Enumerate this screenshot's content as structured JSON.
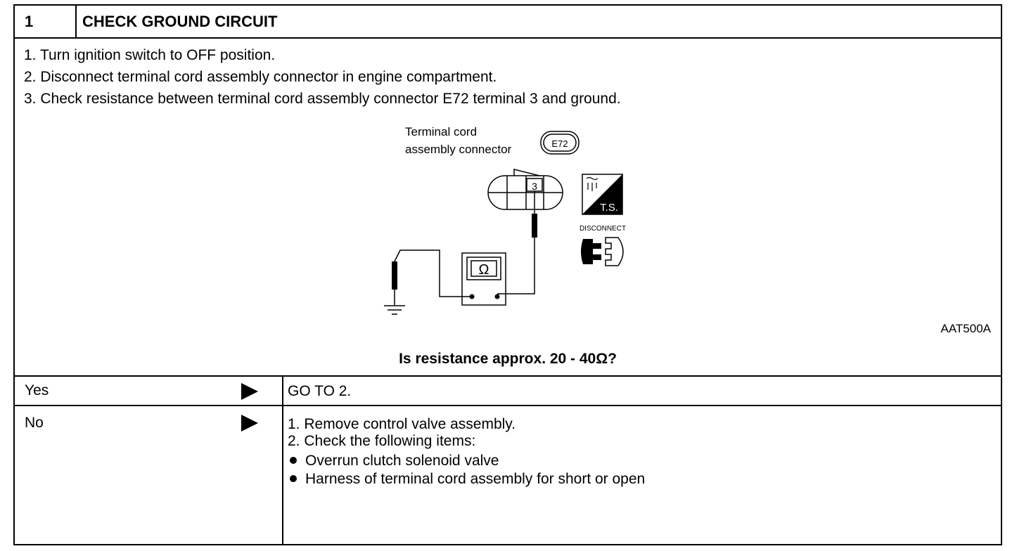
{
  "header": {
    "step": "1",
    "title": "CHECK GROUND CIRCUIT"
  },
  "instructions": [
    "1.  Turn ignition switch to OFF position.",
    "2.  Disconnect terminal cord assembly connector in engine compartment.",
    "3.  Check resistance between terminal cord assembly connector E72 terminal 3 and ground."
  ],
  "figure": {
    "connector_label_line1": "Terminal cord",
    "connector_label_line2": "assembly connector",
    "connector_id": "E72",
    "terminal": "3",
    "meter_symbol": "Ω",
    "ts_label": "T.S.",
    "disconnect_label": "DISCONNECT",
    "figure_id": "AAT500A"
  },
  "question": "Is resistance approx. 20 - 40Ω?",
  "yes": {
    "label": "Yes",
    "result": "GO TO 2."
  },
  "no": {
    "label": "No",
    "steps": [
      "1.  Remove control valve assembly.",
      "2.  Check the following items:"
    ],
    "bullets": [
      "Overrun clutch solenoid valve",
      "Harness of terminal cord assembly for short or open"
    ]
  }
}
